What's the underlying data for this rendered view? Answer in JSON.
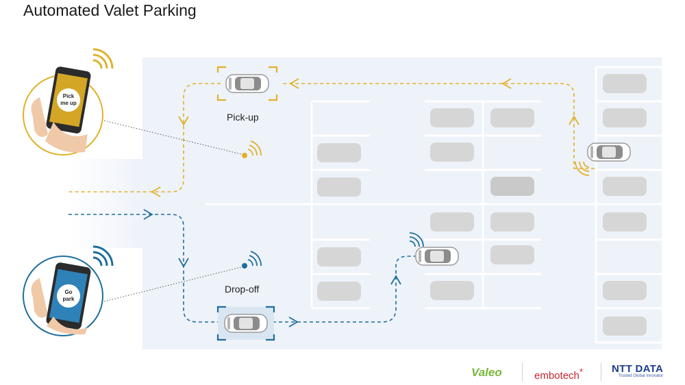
{
  "title": "Automated Valet Parking",
  "labels": {
    "pickup": "Pick-up",
    "dropoff": "Drop-off"
  },
  "phones": {
    "pickup": {
      "line1": "Pick",
      "line2": "me up"
    },
    "dropoff": {
      "line1": "Go",
      "line2": "park"
    }
  },
  "logos": {
    "valeo": "Valeo",
    "embotech": "embotech",
    "embotech_mark": "*",
    "ntt": "NTT DATA",
    "ntt_tagline": "Trusted Global Innovator"
  },
  "colors": {
    "pickup_route": "#e0b12a",
    "dropoff_route": "#1c6e9c",
    "lot_background": "#eef2f9",
    "parked_car": "#d6d6d6",
    "phone_screen_pickup": "#d4a626",
    "phone_screen_dropoff": "#2e82b8"
  }
}
